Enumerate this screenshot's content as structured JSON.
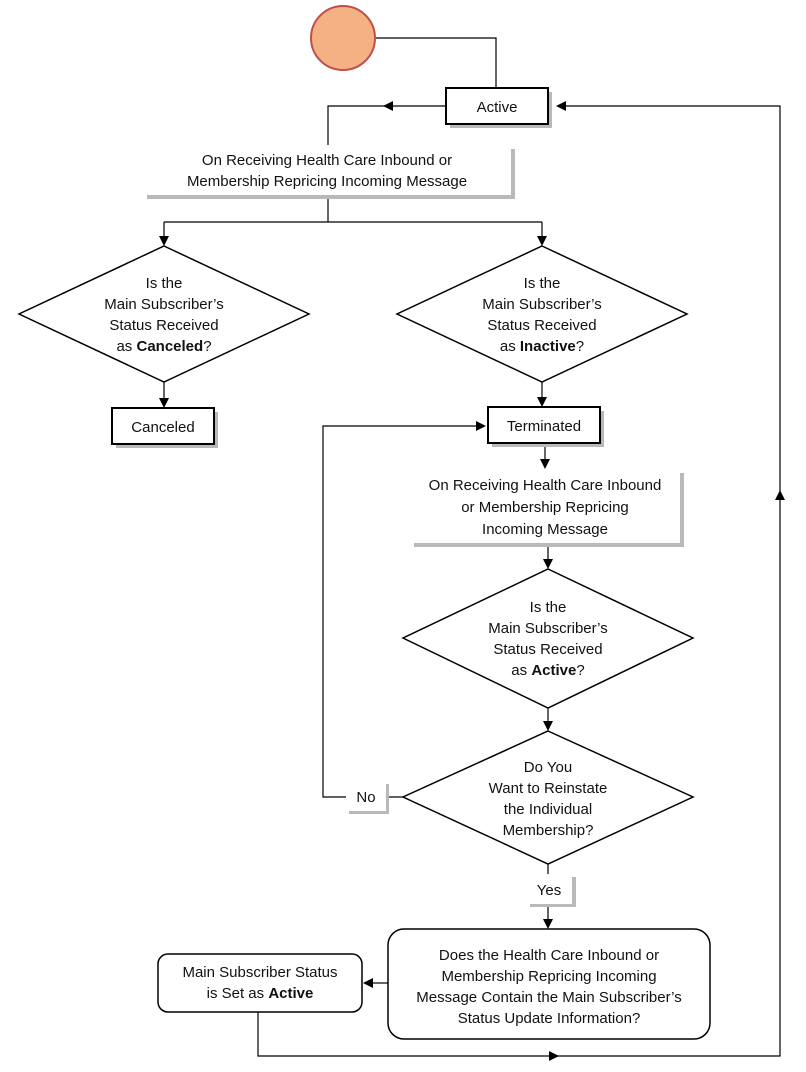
{
  "nodes": {
    "active": "Active",
    "receive_1": [
      "On Receiving Health Care Inbound or",
      "Membership Repricing Incoming Message"
    ],
    "decision_canceled": [
      "Is the",
      "Main Subscriber’s",
      "Status Received",
      "as ",
      "Canceled",
      "?"
    ],
    "decision_inactive": [
      "Is the",
      "Main Subscriber’s",
      "Status Received",
      "as ",
      "Inactive",
      "?"
    ],
    "canceled": "Canceled",
    "terminated": "Terminated",
    "receive_2": [
      "On Receiving Health Care Inbound",
      "or Membership Repricing",
      "Incoming Message"
    ],
    "decision_active": [
      "Is the",
      "Main Subscriber’s",
      "Status Received",
      "as ",
      "Active",
      "?"
    ],
    "decision_reinstate": [
      "Do You",
      "Want to Reinstate",
      "the Individual",
      "Membership?"
    ],
    "no_label": "No",
    "yes_label": "Yes",
    "decision_contains": [
      "Does the Health Care Inbound or",
      "Membership Repricing Incoming",
      "Message Contain the Main Subscriber’s",
      "Status Update Information?"
    ],
    "set_active": [
      "Main Subscriber Status",
      "is Set as ",
      "Active"
    ]
  },
  "colors": {
    "start_fill": "#f4b183",
    "start_stroke": "#c0504d"
  }
}
